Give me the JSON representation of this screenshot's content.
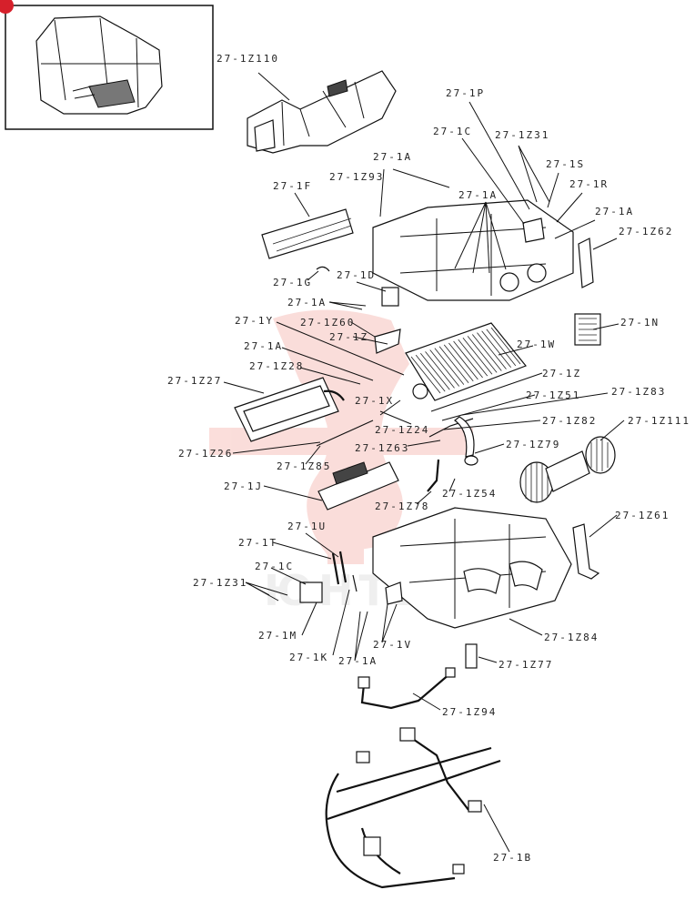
{
  "colors": {
    "line": "#111111",
    "watermark": "#e8473a",
    "badge": "#d6202b"
  },
  "callouts": [
    {
      "id": "c01",
      "text": "27-1Z110"
    },
    {
      "id": "c02",
      "text": "27-1P"
    },
    {
      "id": "c03",
      "text": "27-1C"
    },
    {
      "id": "c04",
      "text": "27-1Z31"
    },
    {
      "id": "c05",
      "text": "27-1S"
    },
    {
      "id": "c06",
      "text": "27-1R"
    },
    {
      "id": "c07",
      "text": "27-1A"
    },
    {
      "id": "c08",
      "text": "27-1Z93"
    },
    {
      "id": "c09",
      "text": "27-1A"
    },
    {
      "id": "c10",
      "text": "27-1F"
    },
    {
      "id": "c11",
      "text": "27-1A"
    },
    {
      "id": "c12",
      "text": "27-1Z62"
    },
    {
      "id": "c13",
      "text": "27-1G"
    },
    {
      "id": "c14",
      "text": "27-1D"
    },
    {
      "id": "c15",
      "text": "27-1A"
    },
    {
      "id": "c16",
      "text": "27-1Y"
    },
    {
      "id": "c17",
      "text": "27-1Z60"
    },
    {
      "id": "c18",
      "text": "27-1N"
    },
    {
      "id": "c19",
      "text": "27-1Z"
    },
    {
      "id": "c20",
      "text": "27-1W"
    },
    {
      "id": "c21",
      "text": "27-1A"
    },
    {
      "id": "c22",
      "text": "27-1Z28"
    },
    {
      "id": "c23",
      "text": "27-1Z27"
    },
    {
      "id": "c24",
      "text": "27-1Z"
    },
    {
      "id": "c25",
      "text": "27-1Z83"
    },
    {
      "id": "c26",
      "text": "27-1Z51"
    },
    {
      "id": "c27",
      "text": "27-1X"
    },
    {
      "id": "c28",
      "text": "27-1Z82"
    },
    {
      "id": "c29",
      "text": "27-1Z111"
    },
    {
      "id": "c30",
      "text": "27-1Z24"
    },
    {
      "id": "c31",
      "text": "27-1Z63"
    },
    {
      "id": "c32",
      "text": "27-1Z79"
    },
    {
      "id": "c33",
      "text": "27-1Z26"
    },
    {
      "id": "c34",
      "text": "27-1Z85"
    },
    {
      "id": "c35",
      "text": "27-1J"
    },
    {
      "id": "c36",
      "text": "27-1Z78"
    },
    {
      "id": "c37",
      "text": "27-1Z54"
    },
    {
      "id": "c38",
      "text": "27-1Z61"
    },
    {
      "id": "c39",
      "text": "27-1U"
    },
    {
      "id": "c40",
      "text": "27-1T"
    },
    {
      "id": "c41",
      "text": "27-1C"
    },
    {
      "id": "c42",
      "text": "27-1Z31"
    },
    {
      "id": "c43",
      "text": "27-1M"
    },
    {
      "id": "c44",
      "text": "27-1K"
    },
    {
      "id": "c45",
      "text": "27-1A"
    },
    {
      "id": "c46",
      "text": "27-1V"
    },
    {
      "id": "c47",
      "text": "27-1Z84"
    },
    {
      "id": "c48",
      "text": "27-1Z77"
    },
    {
      "id": "c49",
      "text": "27-1Z94"
    },
    {
      "id": "c50",
      "text": "27-1B"
    }
  ]
}
